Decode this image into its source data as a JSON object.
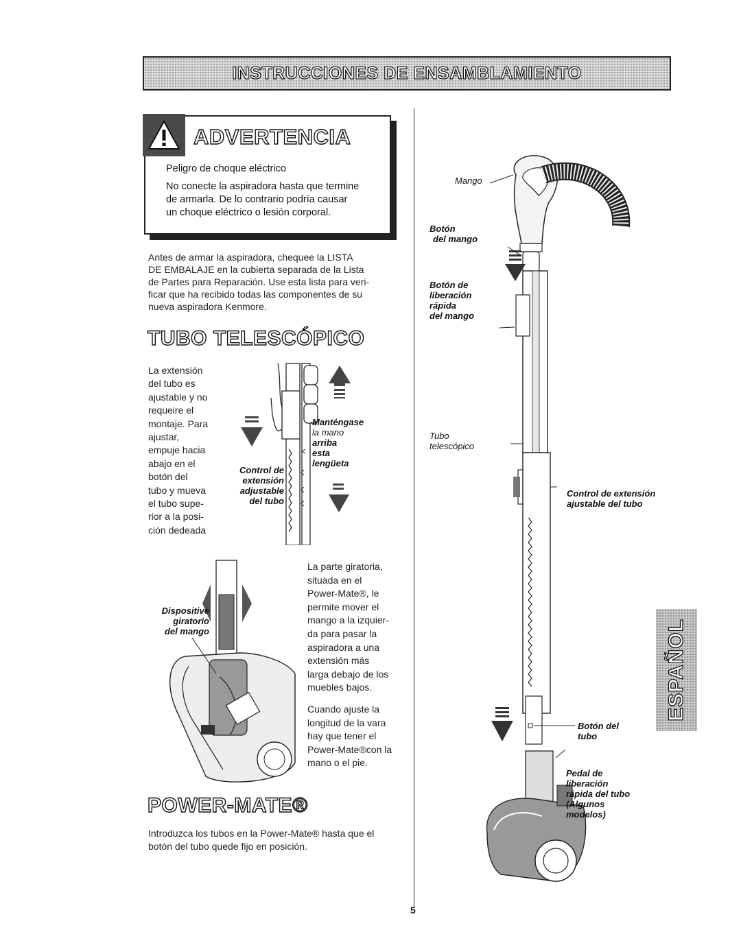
{
  "header": {
    "title": "INSTRUCCIONES DE ENSAMBLAMIENTO"
  },
  "warning": {
    "title": "ADVERTENCIA",
    "subtitle": "Peligro de choque eléctrico",
    "lines": [
      "No conecte la aspiradora hasta que termine",
      "de armarla. De lo contrario podría causar",
      "un choque eléctrico o lesión corporal."
    ]
  },
  "intro": {
    "lines": [
      "Antes de armar la aspiradora, chequee la  LISTA",
      "DE  EMBALAJE  en la cubierta separada de la Lista",
      "de Partes para Reparación.  Use esta lista para veri-",
      "ficar que ha recibido todas las componentes de su",
      "nueva aspiradora Kenmore."
    ]
  },
  "tubo": {
    "heading": "TUBO TELESCÓPICO",
    "text_lines": [
      "La extensión",
      "del tubo es",
      "ajustable y no",
      "requeire el",
      "montaje. Para",
      "ajustar,",
      "empuje hacia",
      "abajo en el",
      "botón del",
      "tubo y mueva",
      "el tubo supe-",
      "rior a la posi-",
      "ción dedeada"
    ],
    "label_hold": [
      "Manténgase",
      "la mano",
      "arriba",
      "esta",
      "lengüeta"
    ],
    "label_control": [
      "Control de",
      "extensión",
      "adjustable",
      "del tubo"
    ]
  },
  "swivel": {
    "label": [
      "Dispositive",
      "giratorio",
      "del mango"
    ],
    "text_lines": [
      "La parte giratoria,",
      "situada en el",
      "Power-Mate®, le",
      "permite mover el",
      "mango a la izquier-",
      "da para pasar la",
      "aspiradora a una",
      "extensión más",
      "larga debajo de los",
      "muebles bajos."
    ],
    "text2_lines": [
      "Cuando ajuste la",
      "longitud de la vara",
      "hay que tener el",
      "Power-Mate®con la",
      "mano o el pie."
    ]
  },
  "powermate": {
    "heading": "POWER-MATE®",
    "lines": [
      "Introduzca los tubos en la Power-Mate® hasta que el",
      "botón del tubo quede fijo en posición."
    ]
  },
  "diagram": {
    "mango": "Mango",
    "boton_mango": [
      "Botón",
      "del mango"
    ],
    "boton_liberacion": [
      "Botón de",
      "liberación",
      "rápida",
      "del mango"
    ],
    "tubo_telescopico": [
      "Tubo",
      "telescópico"
    ],
    "control_extension": [
      "Control de extensión",
      "ajustable del tubo"
    ],
    "boton_tubo": [
      "Botón del",
      "tubo"
    ],
    "pedal": [
      "Pedal de",
      "liberación",
      "rápida del tubo",
      "(Algunos",
      "modelos)"
    ]
  },
  "side_tab": "ESPAÑOL",
  "page_number": "5"
}
